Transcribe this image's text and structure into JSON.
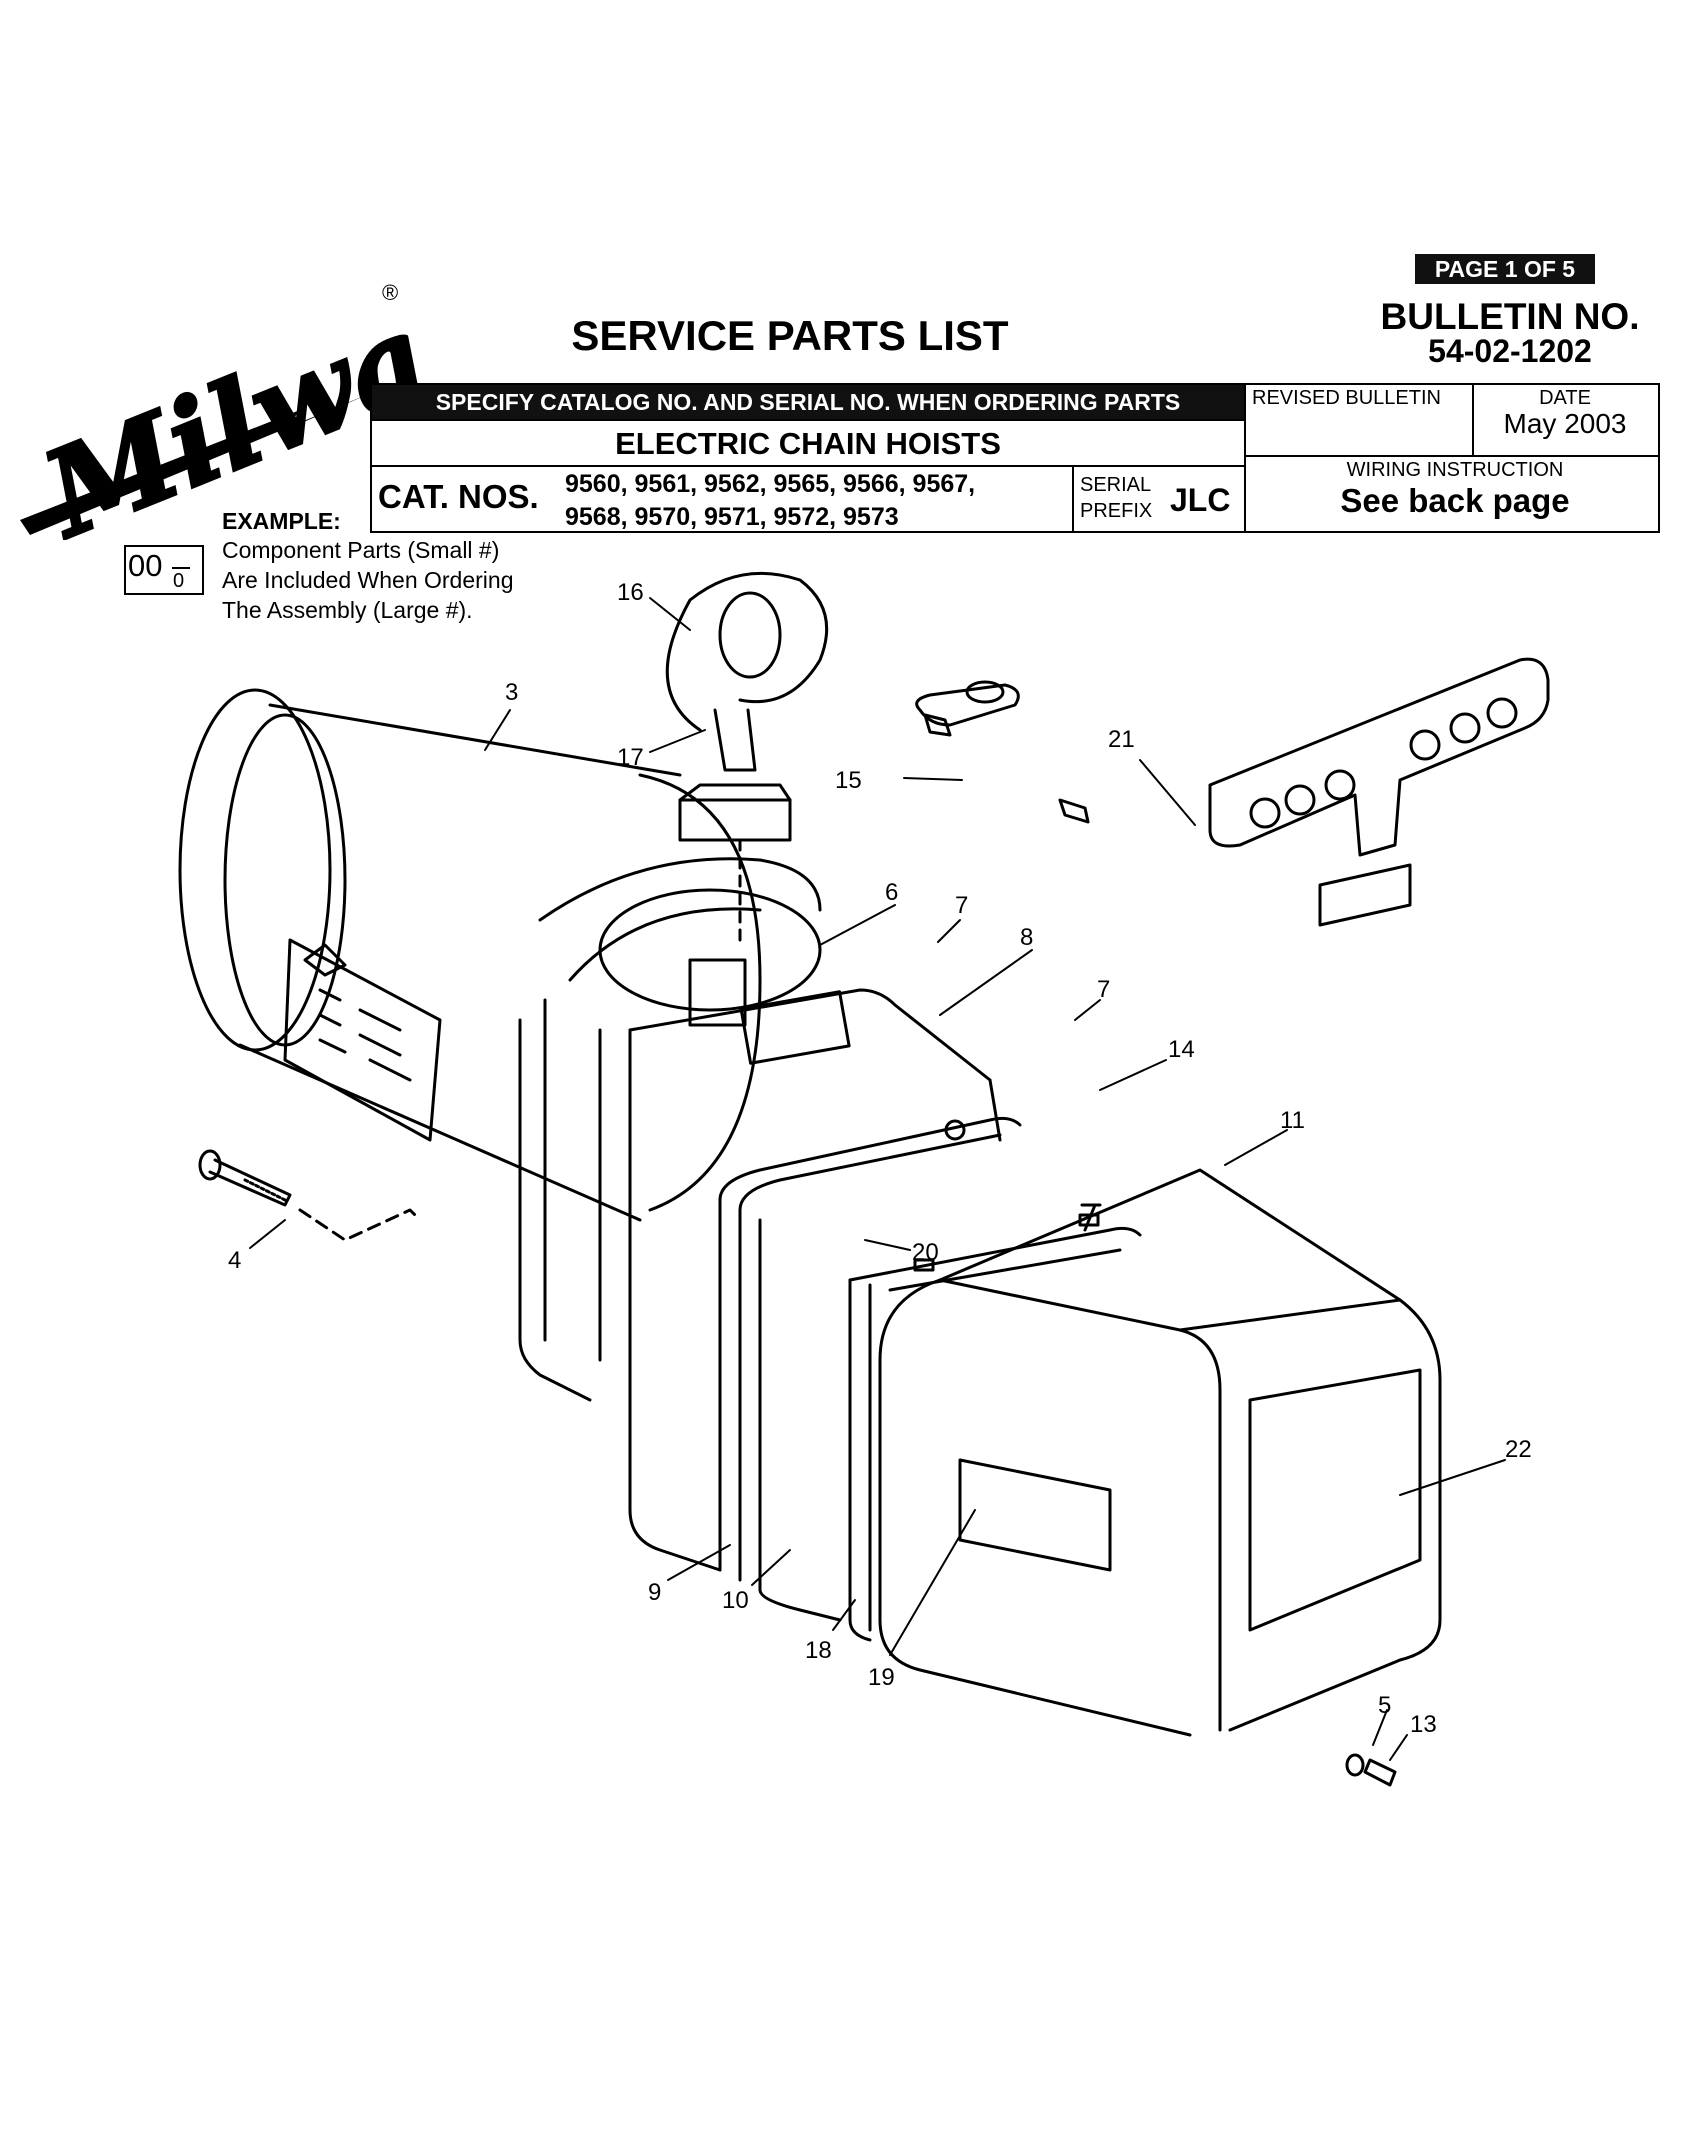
{
  "header": {
    "page_badge": "PAGE 1 OF 5",
    "title": "SERVICE PARTS LIST",
    "bulletin_label": "BULLETIN NO.",
    "bulletin_number": "54-02-1202",
    "brand": "Milwaukee",
    "registered_mark": "®"
  },
  "info_table": {
    "specify_text": "SPECIFY CATALOG NO. AND SERIAL NO. WHEN ORDERING PARTS",
    "product_name": "ELECTRIC CHAIN HOISTS",
    "cat_nos_label": "CAT. NOS.",
    "cat_nos_line1": "9560, 9561, 9562, 9565, 9566, 9567,",
    "cat_nos_line2": "9568, 9570, 9571, 9572, 9573",
    "serial_label_line1": "SERIAL",
    "serial_label_line2": "PREFIX",
    "serial_prefix": "JLC",
    "revised_bulletin_label": "REVISED BULLETIN",
    "revised_bulletin_value": "",
    "date_label": "DATE",
    "date_value": "May 2003",
    "wiring_label": "WIRING INSTRUCTION",
    "wiring_value": "See back page"
  },
  "example": {
    "label": "EXAMPLE:",
    "large_number": "00",
    "small_number": "0",
    "line1": "Component Parts (Small #)",
    "line2": "Are Included When Ordering",
    "line3": "The Assembly (Large #)."
  },
  "diagram": {
    "callouts": [
      "3",
      "4",
      "5",
      "6",
      "7",
      "7",
      "8",
      "9",
      "10",
      "11",
      "13",
      "14",
      "15",
      "16",
      "17",
      "18",
      "19",
      "20",
      "21",
      "22"
    ]
  }
}
